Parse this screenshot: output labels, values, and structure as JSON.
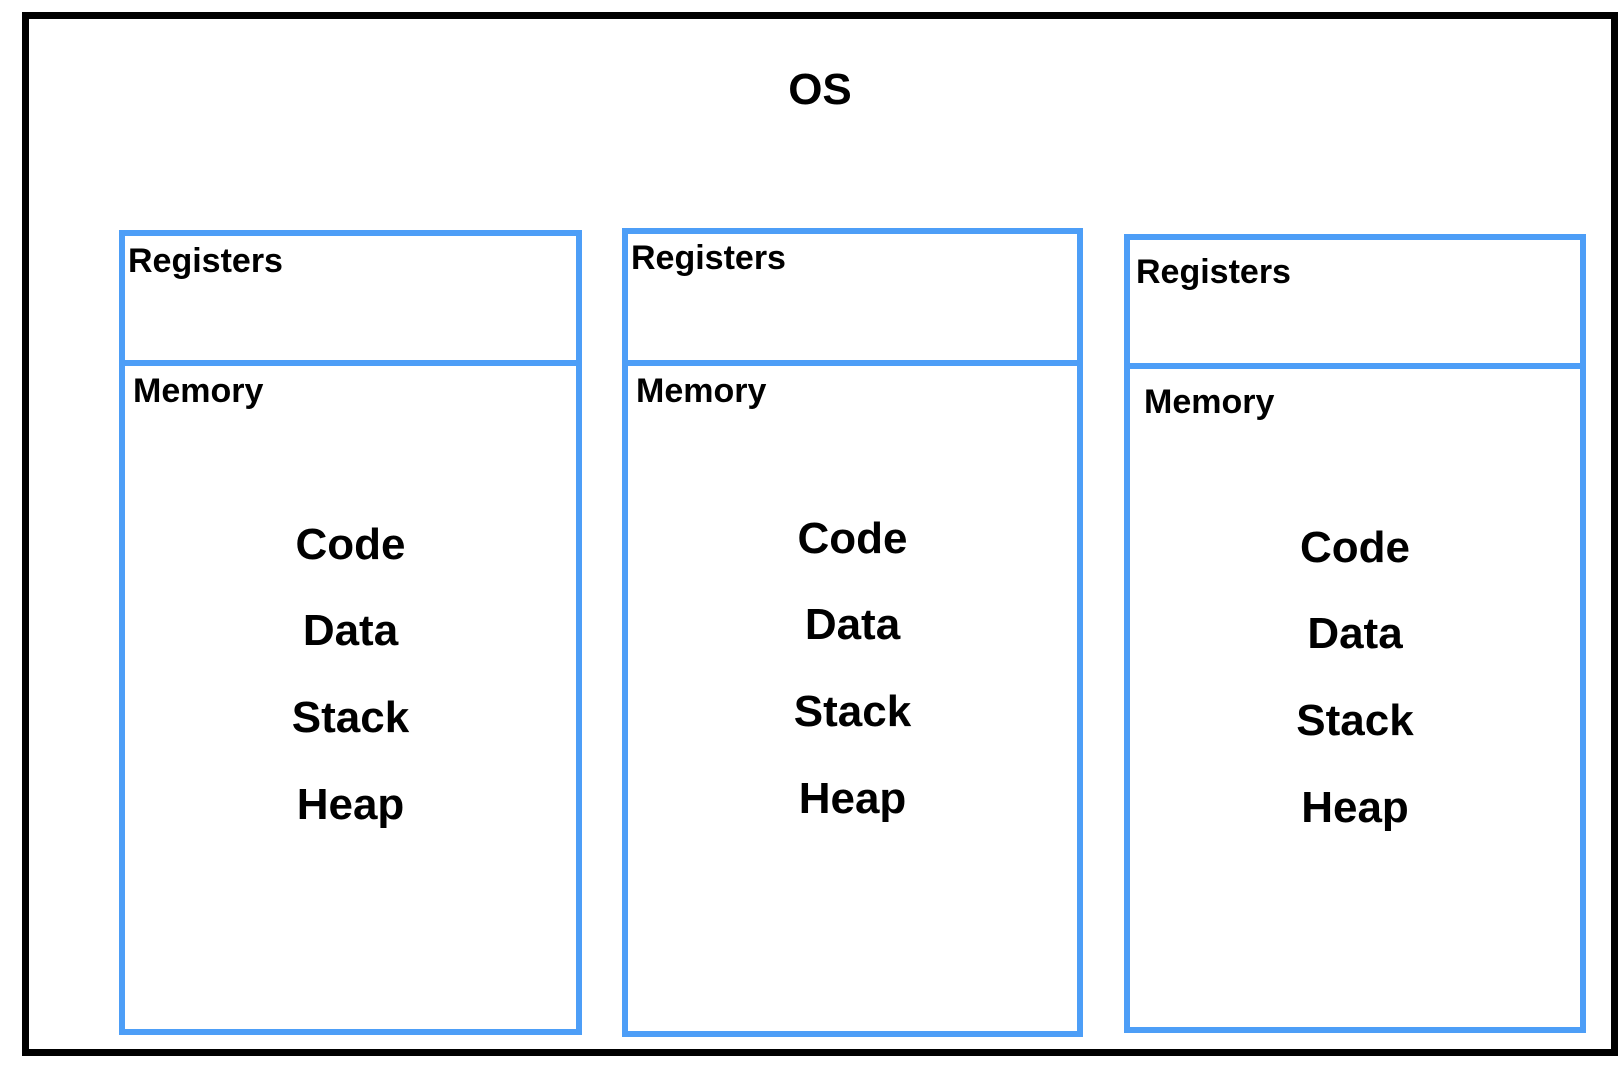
{
  "diagram": {
    "title": "OS",
    "colors": {
      "outer_border": "#000000",
      "process_border": "#4D9EF7",
      "text": "#000000",
      "background": "#FFFFFF"
    },
    "processes": [
      {
        "registers_label": "Registers",
        "memory_label": "Memory",
        "memory_items": [
          "Code",
          "Data",
          "Stack",
          "Heap"
        ]
      },
      {
        "registers_label": "Registers",
        "memory_label": "Memory",
        "memory_items": [
          "Code",
          "Data",
          "Stack",
          "Heap"
        ]
      },
      {
        "registers_label": "Registers",
        "memory_label": "Memory",
        "memory_items": [
          "Code",
          "Data",
          "Stack",
          "Heap"
        ]
      }
    ]
  }
}
